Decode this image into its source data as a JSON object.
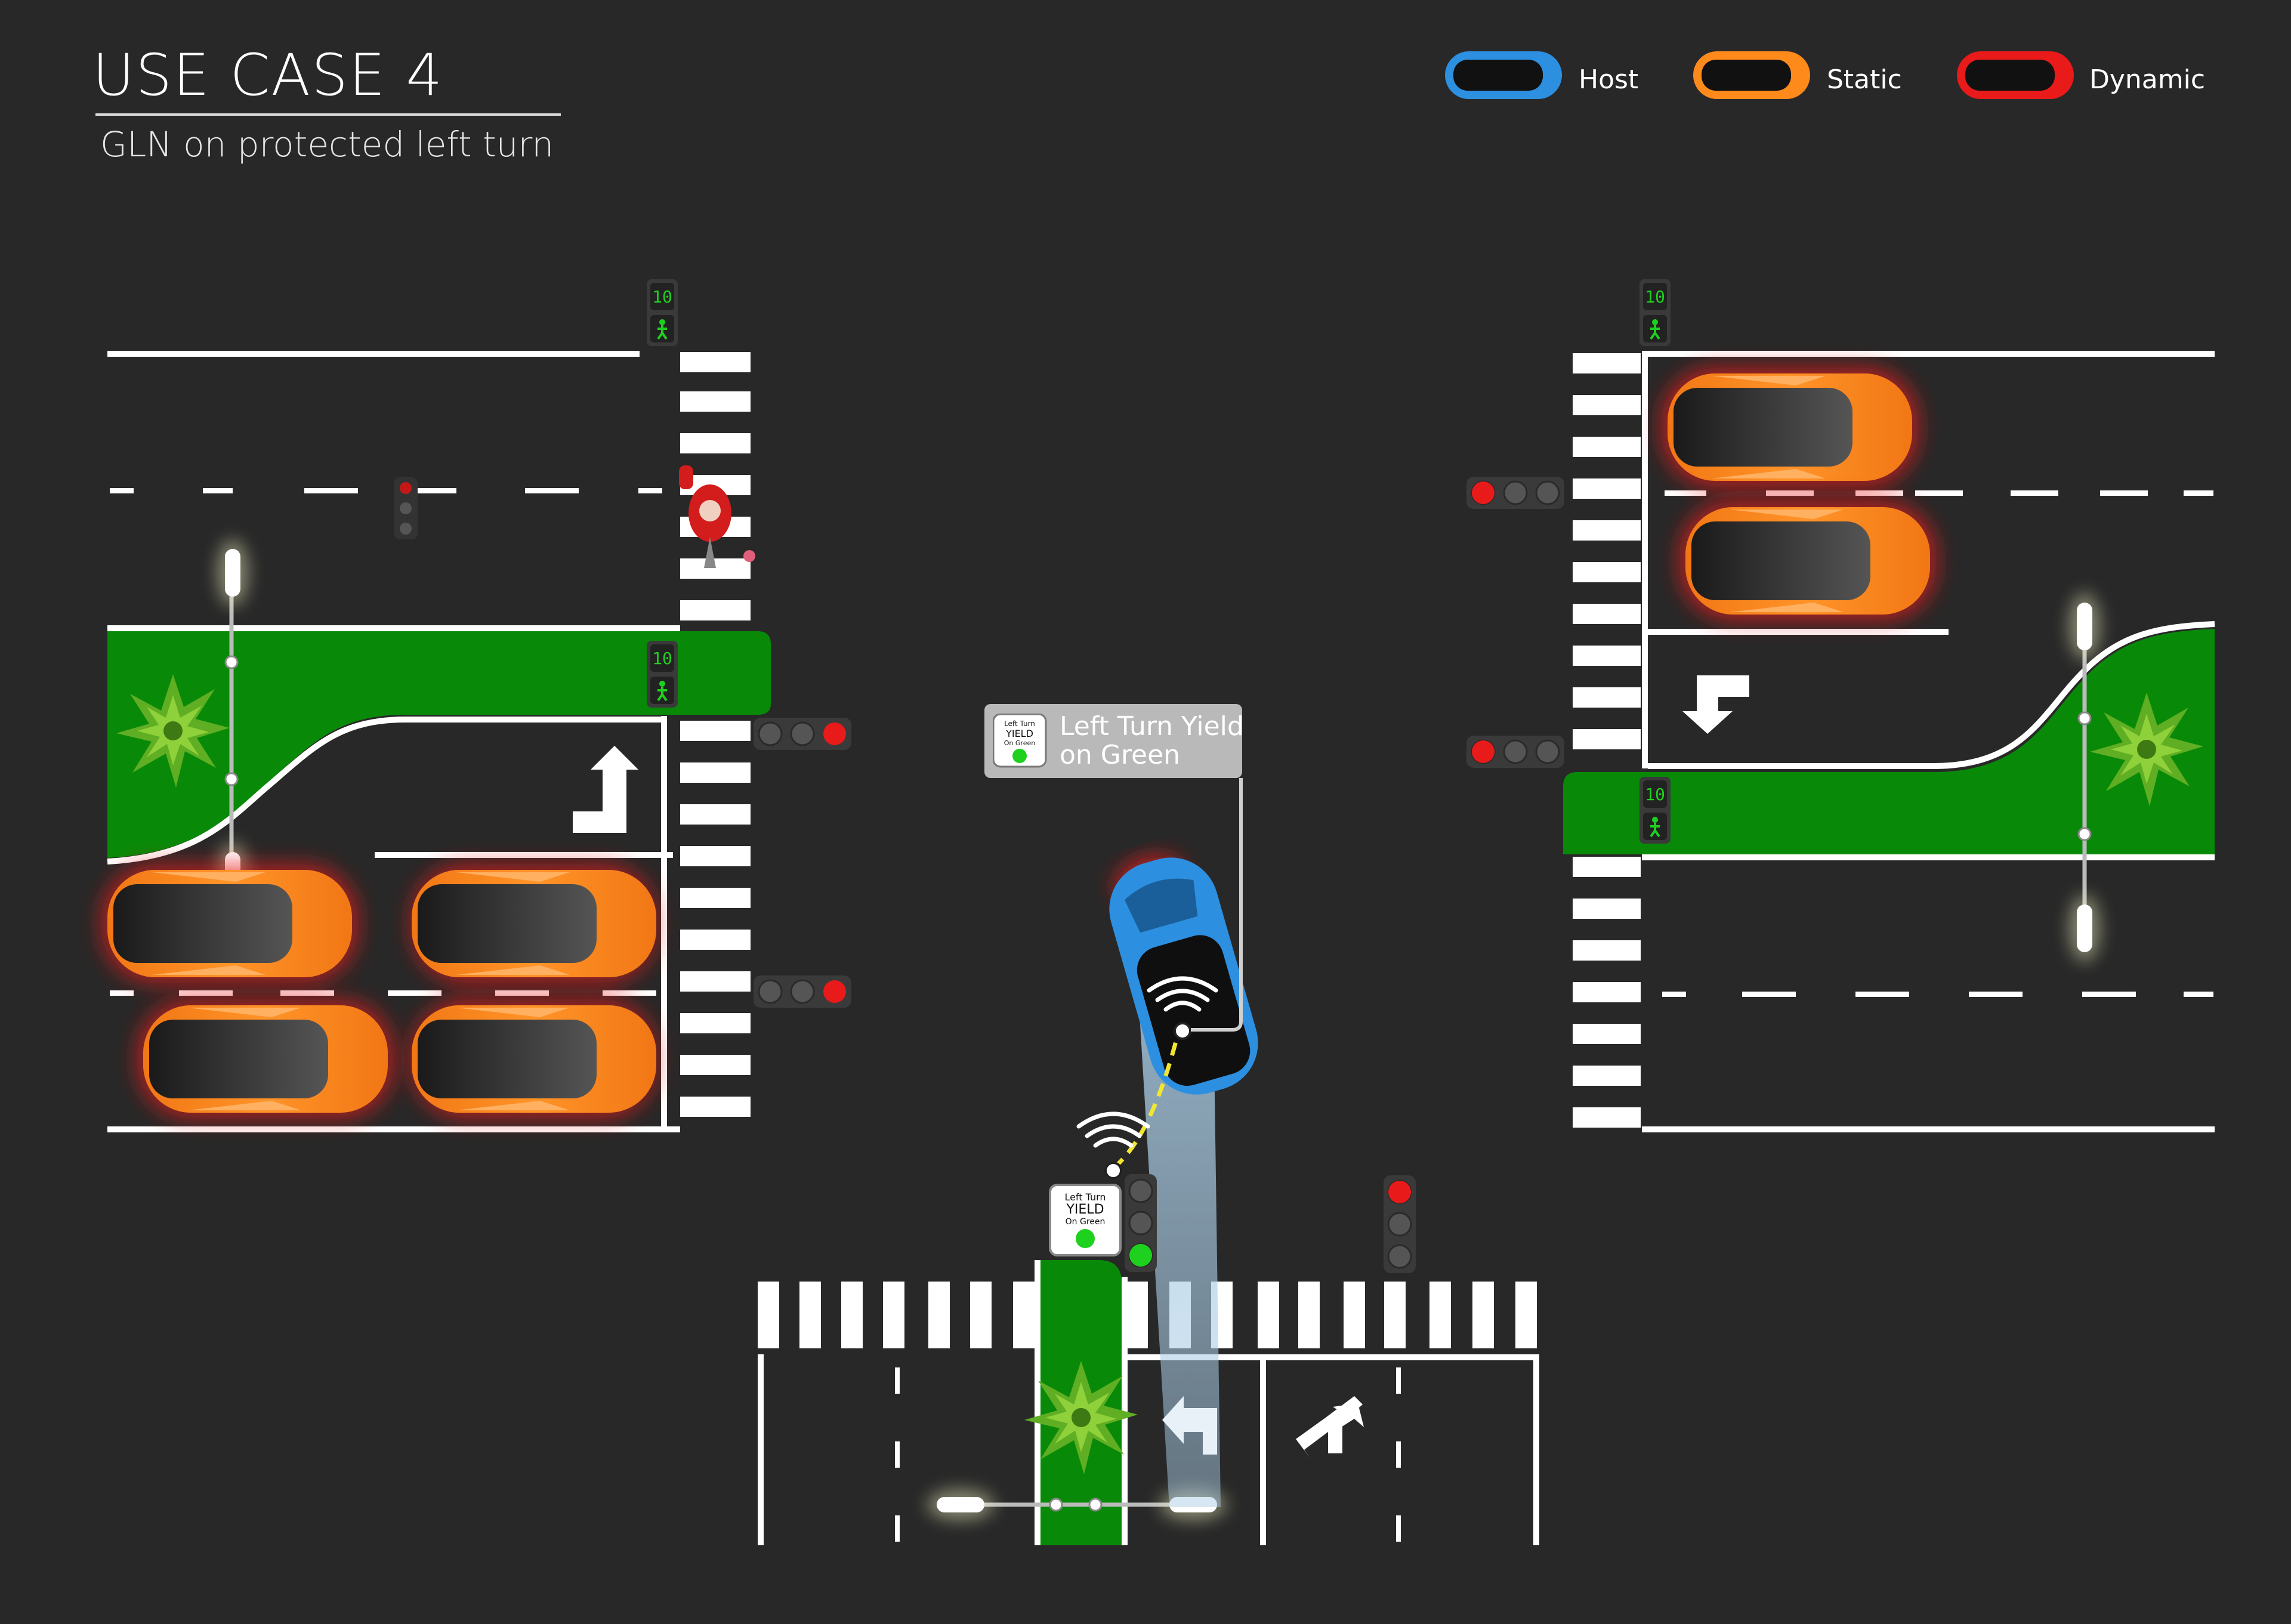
{
  "header": {
    "title": "USE CASE 4",
    "subtitle": "GLN on protected left turn"
  },
  "legend": [
    {
      "label": "Host",
      "color": "#2d8fe0"
    },
    {
      "label": "Static",
      "color": "#ff8a1c"
    },
    {
      "label": "Dynamic",
      "color": "#e81a1a"
    }
  ],
  "callout": {
    "line1": "Left Turn Yield",
    "line2": "on Green"
  },
  "sign": {
    "line1": "Left Turn",
    "line2": "YIELD",
    "line3": "On Green"
  },
  "countdown": "10",
  "colors": {
    "background": "#282828",
    "median": "#088a08",
    "marking": "#ffffff",
    "signal_red": "#e81a1a",
    "signal_green": "#1fd11f",
    "host_car": "#2d8fe0",
    "static_car": "#ff8a1c",
    "link_path": "#f2e631"
  },
  "icons": [
    "host-car-icon",
    "static-car-icon",
    "dynamic-car-icon",
    "pedestrian-icon",
    "wifi-icon",
    "traffic-light-icon",
    "pedestrian-signal-icon",
    "tree-icon",
    "street-lamp-icon",
    "turn-arrow-icon"
  ]
}
